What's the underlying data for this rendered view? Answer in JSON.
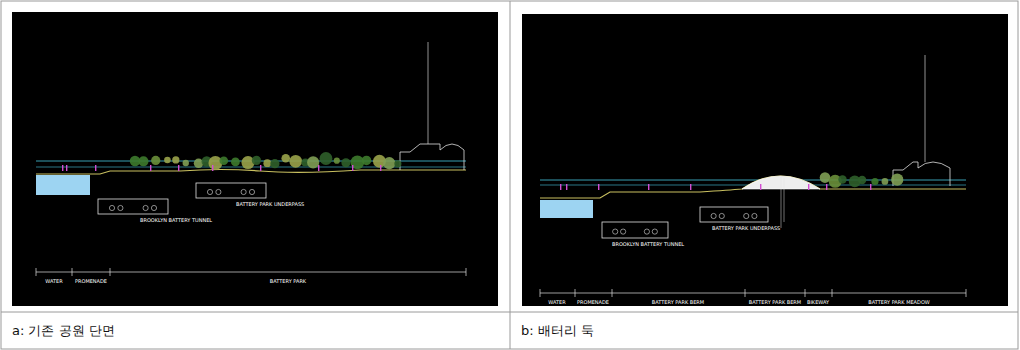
{
  "diagram": {
    "nodes": [
      {
        "text": [
          "a: 기존 공원 단면"
        ]
      },
      {
        "text": [
          "b: 배터리 둑"
        ]
      }
    ],
    "labels": [
      "BROOKLYN BATTERY TUNNEL",
      "BATTERY PARK UNDERPASS",
      "WATER",
      "PROMENADE",
      "BATTERY PARK",
      "BROOKLYN BATTERY TUNNEL",
      "BATTERY PARK UNDERPASS",
      "WATER",
      "PROMENADE",
      "BATTERY PARK BERM",
      "BATTERY PARK BERM",
      "BIKEWAY",
      "BATTERY PARK MEADOW"
    ]
  }
}
